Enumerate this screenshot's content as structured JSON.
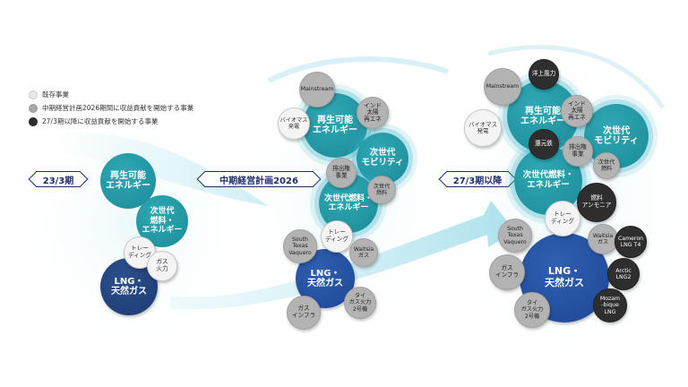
{
  "legend": {
    "existing": "既存事業",
    "mid_term": "中期経営計画2026期間に収益貢献を開始する事業",
    "after_27": "27/3期以降に収益貢献を開始する事業"
  },
  "periods": {
    "p1": "23/3期",
    "p2": "中期経営計画2026",
    "p3": "27/3期以降"
  },
  "g1": {
    "renewable": "再生可能\nエネルギー",
    "nextfuel": "次世代\n燃料・\nエネルギー",
    "trading": "トレー\nディング",
    "gas": "ガス\n火力",
    "lng": "LNG・\n天然ガス"
  },
  "g2": {
    "mainstream": "Mainstream",
    "india": "インド\n太陽\n再エネ",
    "biomass": "バイオマス\n発電",
    "renewable": "再生可能\nエネルギー",
    "mobility": "次世代\nモビリティ",
    "emission": "排出権\n事業",
    "nextfuel_s": "次世代\n燃料",
    "nextfuel": "次世代燃料・\nエネルギー",
    "trading": "トレー\nディング",
    "south_texas": "South\nTexas\nVaquero",
    "waitsia": "Waitsia\nガス",
    "lng": "LNG・\n天然ガス",
    "gas_infra": "ガス\nインフラ",
    "thai": "タイ\nガス火力\n2号機"
  },
  "g3": {
    "offshore": "洋上風力",
    "mainstream": "Mainstream",
    "india": "インド\n太陽\n再エネ",
    "biomass": "バイオマス\n発電",
    "renewable": "再生可能\nエネルギー",
    "mobility": "次世代\nモビリティ",
    "reduced_iron": "還元鉄",
    "emission": "排出権\n事業",
    "nextfuel_s": "次世代\n燃料",
    "nextfuel": "次世代燃料・\nエネルギー",
    "ammonia": "燃料\nアンモニア",
    "trading": "トレー\nディング",
    "south_texas": "South\nTexas\nVaquero",
    "waitsia": "Waitsia\nガス",
    "cameron": "Cameron\nLNG T4",
    "gas_infra": "ガス\nインフラ",
    "lng": "LNG・\n天然ガス",
    "arctic": "Arctic\nLNG2",
    "thai": "タイ\nガス火力\n2号機",
    "mozambique": "Mozam\n-bique\nLNG"
  }
}
